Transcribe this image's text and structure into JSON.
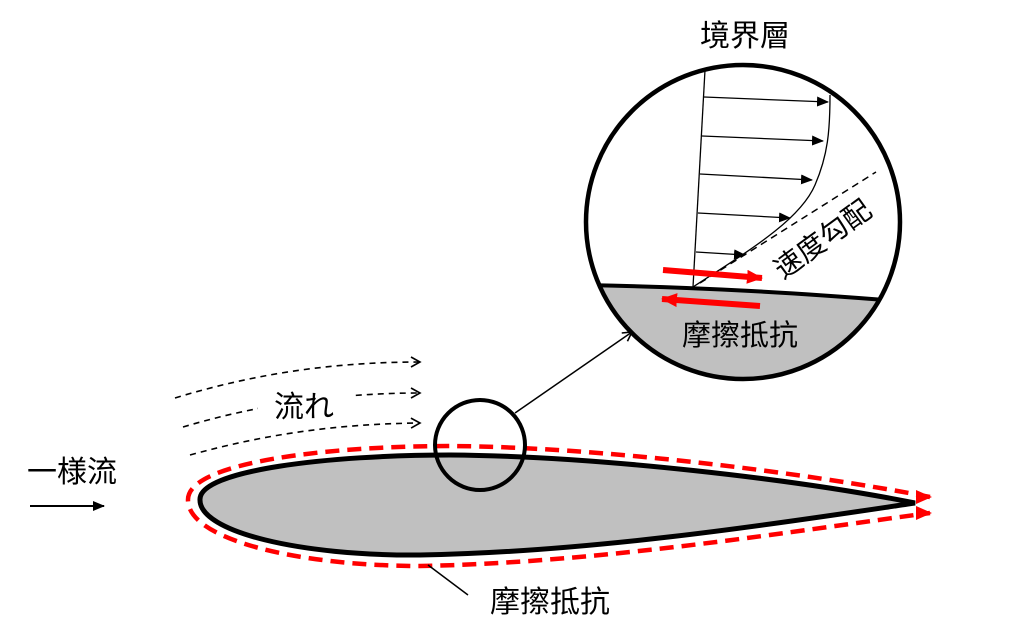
{
  "labels": {
    "boundary_layer": "境界層",
    "velocity_gradient": "速度勾配",
    "friction_drag_inset": "摩擦抵抗",
    "flow": "流れ",
    "uniform_flow": "一様流",
    "friction_drag": "摩擦抵抗"
  },
  "colors": {
    "friction": "#ff0000",
    "body_fill": "#c0c0c0",
    "stroke": "#000000"
  }
}
